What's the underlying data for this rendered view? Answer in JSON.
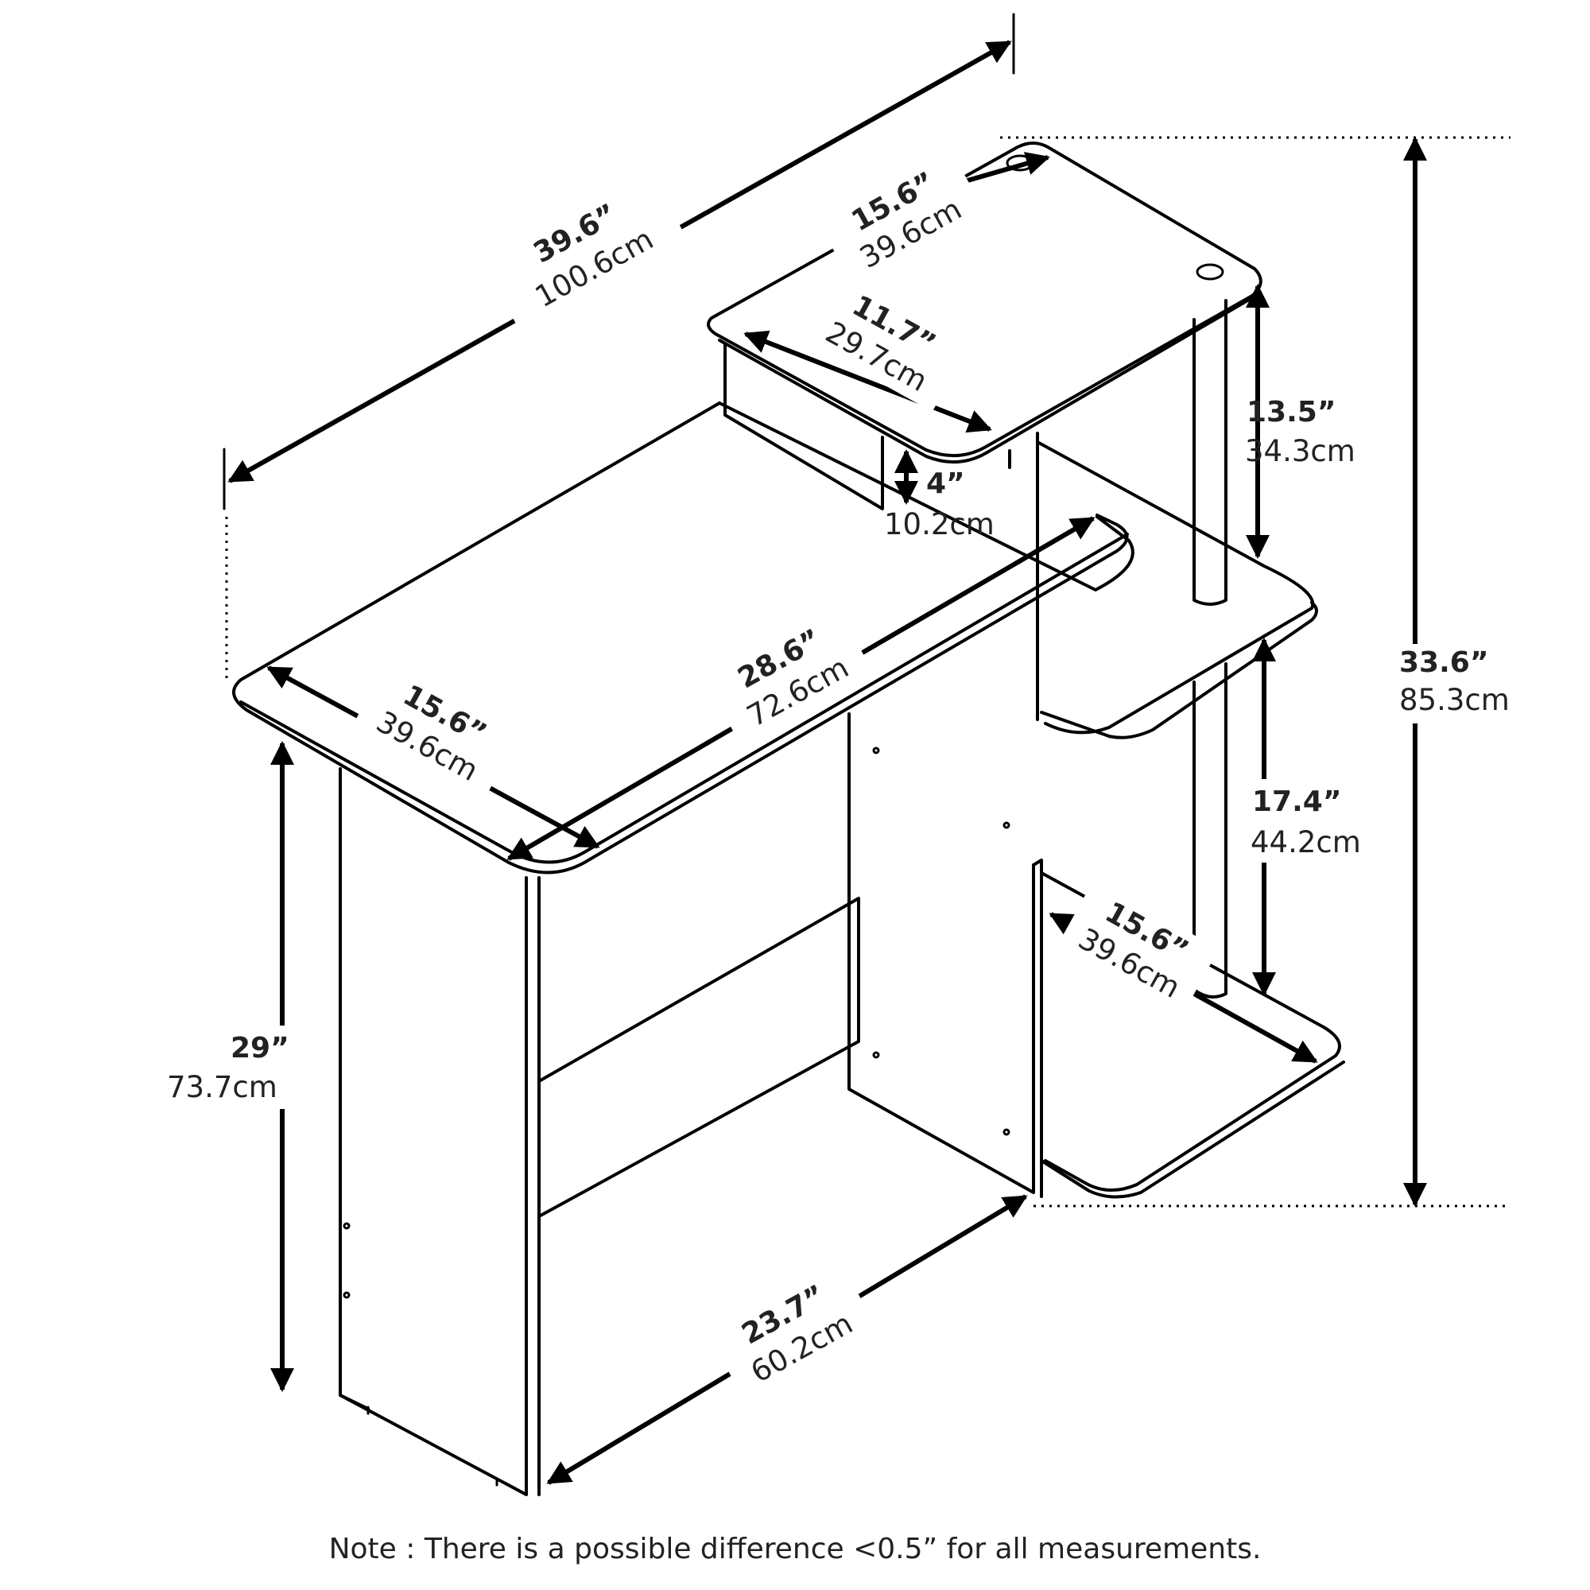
{
  "measurements": {
    "total_width": {
      "in": "39.6”",
      "cm": "100.6cm"
    },
    "top_shelf_width": {
      "in": "15.6”",
      "cm": "39.6cm"
    },
    "top_shelf_depth": {
      "in": "11.7”",
      "cm": "29.7cm"
    },
    "top_shelf_gap": {
      "in": "13.5”",
      "cm": "34.3cm"
    },
    "riser_height": {
      "in": "4”",
      "cm": "10.2cm"
    },
    "total_height": {
      "in": "33.6”",
      "cm": "85.3cm"
    },
    "desk_length": {
      "in": "28.6”",
      "cm": "72.6cm"
    },
    "desk_depth": {
      "in": "15.6”",
      "cm": "39.6cm"
    },
    "shelf_gap": {
      "in": "17.4”",
      "cm": "44.2cm"
    },
    "bottom_shelf": {
      "in": "15.6”",
      "cm": "39.6cm"
    },
    "desk_height": {
      "in": "29”",
      "cm": "73.7cm"
    },
    "leg_span": {
      "in": "23.7”",
      "cm": "60.2cm"
    }
  },
  "note": "Note : There is a possible difference <0.5” for all measurements."
}
